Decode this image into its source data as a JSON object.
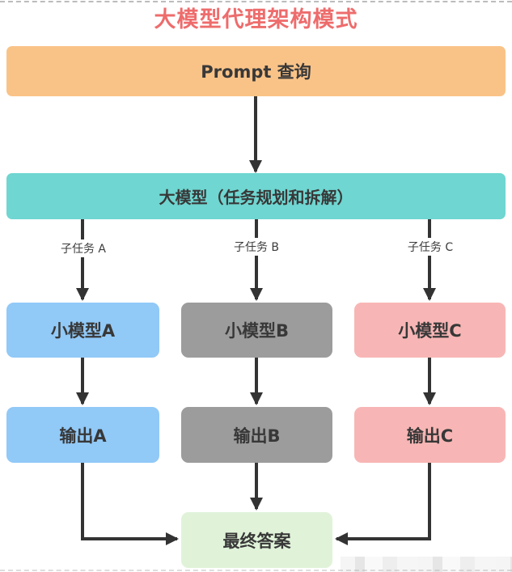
{
  "title": "大模型代理架构模式",
  "nodes": {
    "prompt": {
      "label": "Prompt 查询"
    },
    "llm": {
      "label": "大模型（任务规划和拆解）"
    },
    "small_a": {
      "label": "小模型A"
    },
    "small_b": {
      "label": "小模型B"
    },
    "small_c": {
      "label": "小模型C"
    },
    "out_a": {
      "label": "输出A"
    },
    "out_b": {
      "label": "输出B"
    },
    "out_c": {
      "label": "输出C"
    },
    "final": {
      "label": "最终答案"
    }
  },
  "edge_labels": {
    "subtask_a": "子任务 A",
    "subtask_b": "子任务 B",
    "subtask_c": "子任务 C"
  },
  "colors": {
    "title": "#ee6c6c",
    "prompt_bg": "#f9c388",
    "llm_bg": "#6fd6d1",
    "branch_a_bg": "#91c9f7",
    "branch_b_bg": "#9c9c9c",
    "branch_c_bg": "#f7b6b5",
    "final_bg": "#e0f3d9",
    "arrow": "#333333",
    "node_text": "#383838"
  }
}
